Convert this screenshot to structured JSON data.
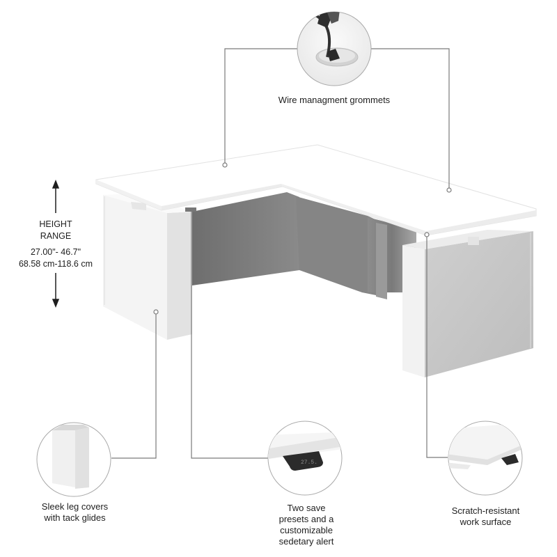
{
  "features": {
    "grommets": {
      "label": "Wire managment grommets",
      "icon": "grommet-icon"
    },
    "leg_covers": {
      "label_line1": "Sleek leg covers",
      "label_line2": "with tack glides",
      "icon": "leg-cover-icon"
    },
    "presets": {
      "label_line1": "Two save",
      "label_line2": "presets and a",
      "label_line3": "customizable",
      "label_line4": "sedetary alert",
      "display_value": "27.5.",
      "icon": "control-panel-icon"
    },
    "surface": {
      "label_line1": "Scratch-resistant",
      "label_line2": "work surface",
      "icon": "desk-corner-icon"
    }
  },
  "height_range": {
    "title_line1": "HEIGHT",
    "title_line2": "RANGE",
    "inches": "27.00\"-  46.7\"",
    "centimeters": "68.58 cm-118.6 cm"
  },
  "colors": {
    "line": "#7a7a7a",
    "desk_top": "#ffffff",
    "modesty_panel": "#7d7d7d",
    "leg_panel": "#c4c4c4"
  }
}
